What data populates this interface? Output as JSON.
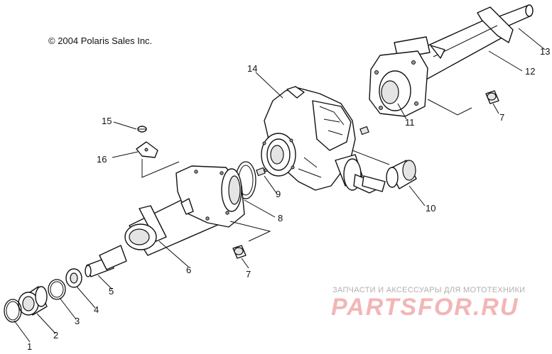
{
  "copyright": "© 2004 Polaris Sales Inc.",
  "callouts": [
    {
      "id": "1",
      "label": "1"
    },
    {
      "id": "2",
      "label": "2"
    },
    {
      "id": "3",
      "label": "3"
    },
    {
      "id": "4",
      "label": "4"
    },
    {
      "id": "5",
      "label": "5"
    },
    {
      "id": "6",
      "label": "6"
    },
    {
      "id": "7a",
      "label": "7"
    },
    {
      "id": "7b",
      "label": "7"
    },
    {
      "id": "8",
      "label": "8"
    },
    {
      "id": "9",
      "label": "9"
    },
    {
      "id": "10",
      "label": "10"
    },
    {
      "id": "11",
      "label": "11"
    },
    {
      "id": "12",
      "label": "12"
    },
    {
      "id": "13",
      "label": "13"
    },
    {
      "id": "14",
      "label": "14"
    },
    {
      "id": "15",
      "label": "15"
    },
    {
      "id": "16",
      "label": "16"
    }
  ],
  "watermark": {
    "caption": "ЗАПЧАСТИ И АКСЕССУАРЫ ДЛЯ МОТОТЕХНИКИ",
    "logo": "PARTSFOR.RU"
  },
  "colors": {
    "ink": "#111111",
    "watermark_logo": "#f2b6b6",
    "watermark_caption": "#b3aeae"
  }
}
